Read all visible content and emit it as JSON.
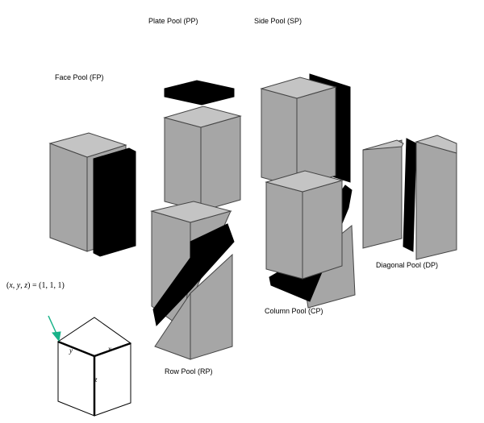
{
  "labels": {
    "plate_pool": "Plate Pool (PP)",
    "side_pool": "Side Pool (SP)",
    "face_pool": "Face Pool (FP)",
    "diagonal_pool": "Diagonal Pool (DP)",
    "column_pool": "Column Pool (CP)",
    "row_pool": "Row Pool (RP)"
  },
  "coordinates": {
    "x": "x",
    "y": "y",
    "z": "z",
    "eq": "= (1, 1, 1)"
  },
  "colors": {
    "block_fill": "#a6a6a6",
    "block_top": "#c4c4c4",
    "slab": "#000000",
    "arrow": "#19b389"
  }
}
